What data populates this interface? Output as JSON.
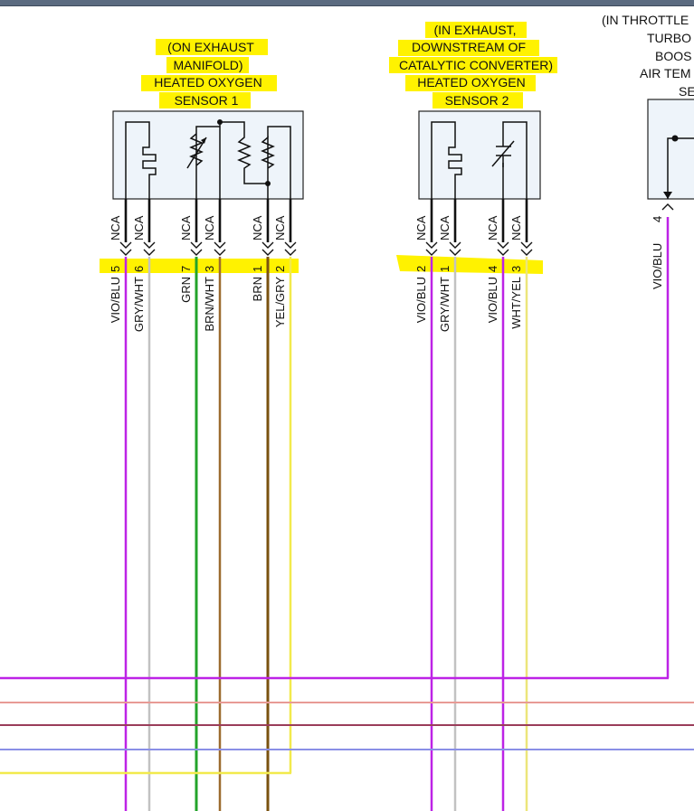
{
  "colors": {
    "vio_blu": "#bd23e6",
    "gry_wht": "#c2c2c2",
    "grn": "#23a32a",
    "brn_wht": "#9c6b2f",
    "brn": "#7a5210",
    "yel_gry": "#f2ea4c",
    "wht_yel": "#ece57a",
    "salmon": "#e89a95",
    "maroon": "#9a3d5a",
    "blue": "#8a8fe6",
    "highlight": "#fff200",
    "box_fill": "#eef4fa"
  },
  "sensor1": {
    "title": [
      "(ON EXHAUST",
      "MANIFOLD)",
      "HEATED OXYGEN",
      "SENSOR 1"
    ],
    "nca": [
      "NCA",
      "NCA",
      "NCA",
      "NCA",
      "NCA",
      "NCA"
    ],
    "pins": [
      "5",
      "6",
      "7",
      "3",
      "1",
      "2"
    ],
    "wires": [
      "VIO/BLU",
      "GRY/WHT",
      "GRN",
      "BRN/WHT",
      "BRN",
      "YEL/GRY"
    ]
  },
  "sensor2": {
    "title": [
      "(IN EXHAUST,",
      "DOWNSTREAM OF",
      "CATALYTIC CONVERTER)",
      "HEATED OXYGEN",
      "SENSOR 2"
    ],
    "nca": [
      "NCA",
      "NCA",
      "NCA",
      "NCA"
    ],
    "pins": [
      "2",
      "1",
      "4",
      "3"
    ],
    "wires": [
      "VIO/BLU",
      "GRY/WHT",
      "VIO/BLU",
      "WHT/YEL"
    ]
  },
  "sensor3": {
    "title": [
      "(IN THROTTLE",
      "TURBO",
      "BOOS",
      "AIR TEM",
      "SE"
    ],
    "pin": "4",
    "wire": "VIO/BLU"
  }
}
